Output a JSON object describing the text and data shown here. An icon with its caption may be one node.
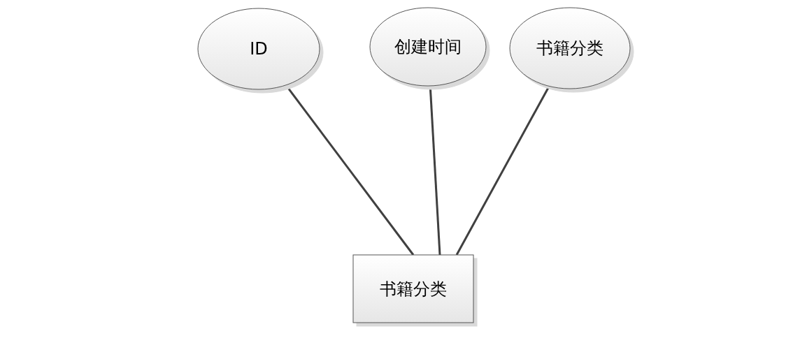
{
  "diagram": {
    "nodes": [
      {
        "text": [
          "ID"
        ]
      },
      {
        "text": [
          "创建时间"
        ]
      },
      {
        "text": [
          "书籍分类"
        ]
      },
      {
        "text": [
          "书籍分类"
        ]
      }
    ],
    "edges": [
      {
        "from": 0,
        "to": 3,
        "arrow": "none"
      },
      {
        "from": 1,
        "to": 3,
        "arrow": "none"
      },
      {
        "from": 2,
        "to": 3,
        "arrow": "none"
      }
    ]
  }
}
